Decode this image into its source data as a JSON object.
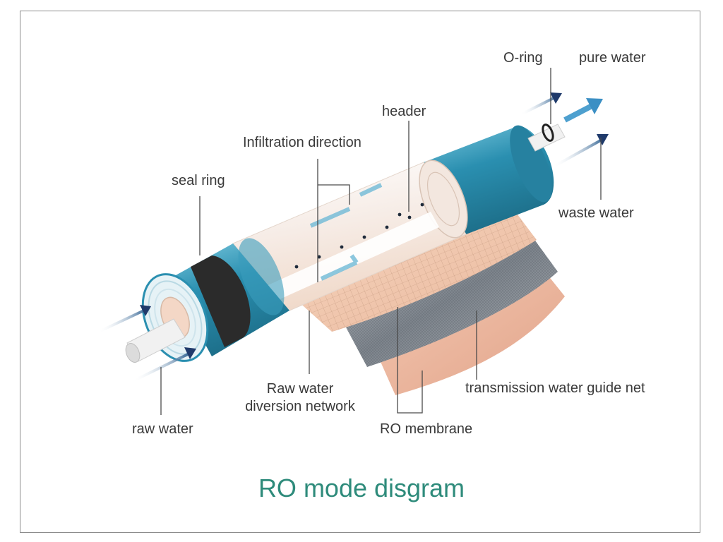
{
  "title": "RO mode disgram",
  "labels": {
    "o_ring": "O-ring",
    "pure_water": "pure water",
    "header": "header",
    "infiltration_direction": "Infiltration direction",
    "seal_ring": "seal ring",
    "waste_water": "waste water",
    "raw_water_diversion_line1": "Raw water",
    "raw_water_diversion_line2": "diversion network",
    "transmission_net": "transmission water guide net",
    "raw_water": "raw water",
    "ro_membrane": "RO membrane"
  },
  "colors": {
    "housing_blue": "#2a8fb0",
    "seal_dark": "#2b2b2b",
    "membrane_peach": "#f2cfb8",
    "arrow_navy": "#1f3a6b",
    "arrow_blue": "#3b8fc4",
    "title_teal": "#2e8b7b"
  }
}
